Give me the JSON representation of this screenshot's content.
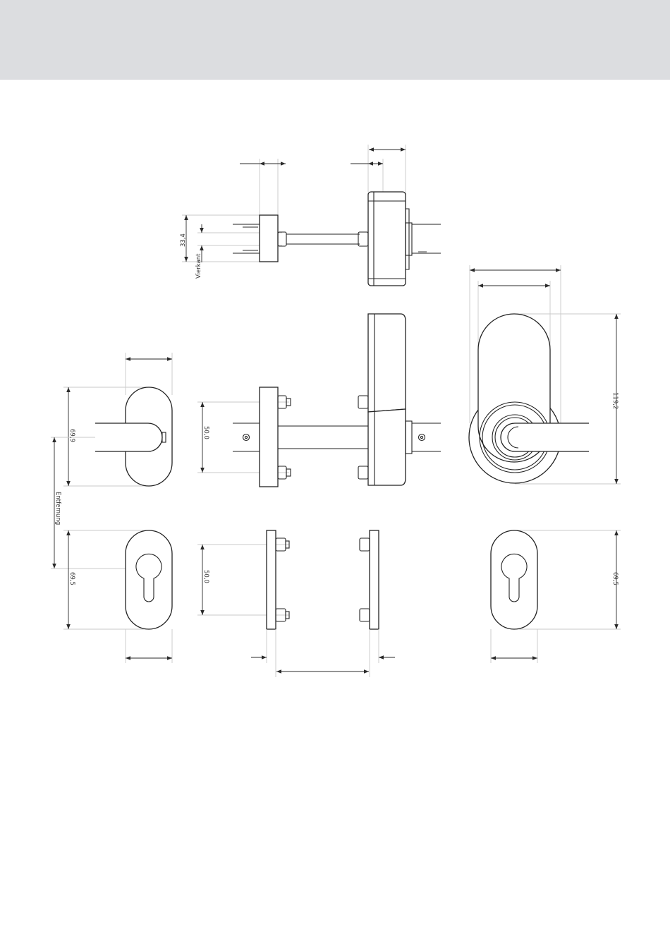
{
  "colors": {
    "header_band": "#dcdde0",
    "line": "#222222",
    "extension_line": "#c9c9c9",
    "background": "#ffffff"
  },
  "dimensions": {
    "vierkant_size": "33,4",
    "vierkant_label": "Vierkant",
    "distance_label": "Entfernung",
    "left_rosette_height": "69,9",
    "left_escutcheon_height": "69,5",
    "screw_spacing_handle": "50,0",
    "screw_spacing_escutcheon": "50,0",
    "right_handle_height": "119,2",
    "right_escutcheon_height": "69,5"
  }
}
